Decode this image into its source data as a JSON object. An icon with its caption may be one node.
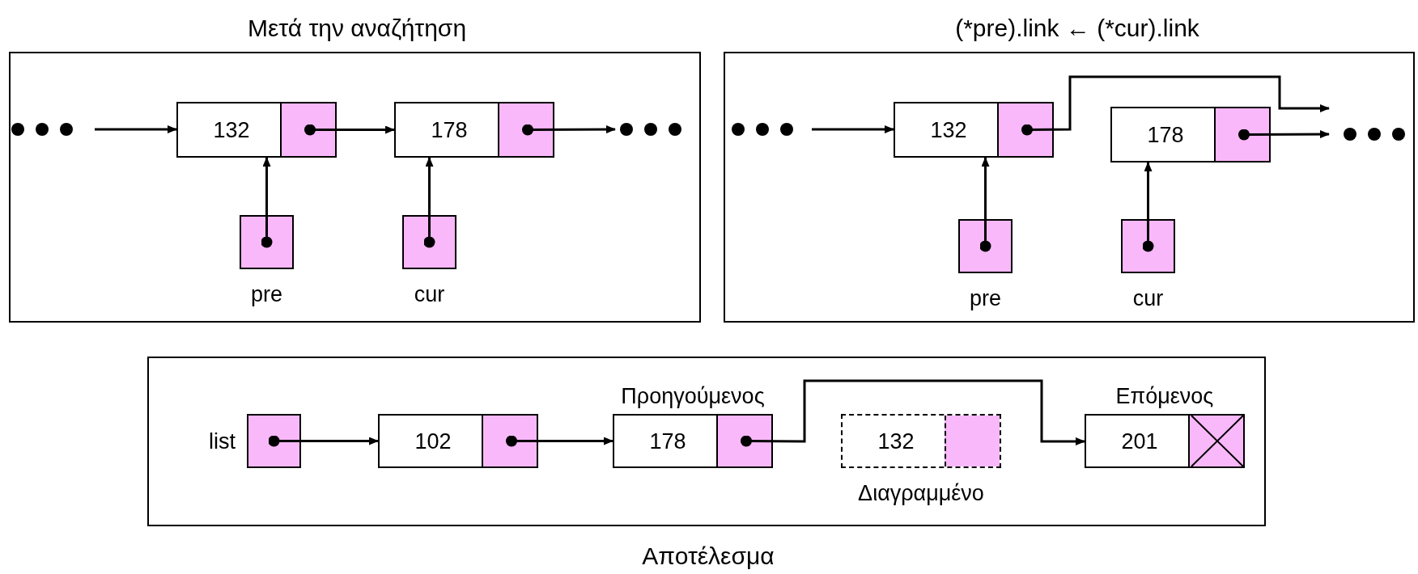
{
  "diagram": {
    "nodes": [
      {
        "text": [
          "Μετά την αναζήτηση"
        ]
      },
      {
        "text": [
          "132"
        ],
        "in": 0
      },
      {
        "text": [
          "178"
        ],
        "in": 0
      },
      {
        "text": [],
        "shape": "box",
        "beside": [
          "pre"
        ],
        "in": 0
      },
      {
        "text": [],
        "shape": "box",
        "beside": [
          "cur"
        ],
        "in": 0
      },
      {
        "text": [
          "(*pre).link ← (*cur).link"
        ]
      },
      {
        "text": [
          "132"
        ],
        "in": 5
      },
      {
        "text": [
          "178"
        ],
        "in": 5
      },
      {
        "text": [],
        "shape": "box",
        "beside": [
          "pre"
        ],
        "in": 5
      },
      {
        "text": [],
        "shape": "box",
        "beside": [
          "cur"
        ],
        "in": 5
      },
      {
        "text": [
          "Αποτέλεσμα"
        ]
      },
      {
        "text": [],
        "shape": "box",
        "beside": [
          "list"
        ],
        "in": 10
      },
      {
        "text": [
          "102"
        ],
        "in": 10
      },
      {
        "text": [
          "178"
        ],
        "beside": [
          "Προηγούμενος"
        ],
        "in": 10
      },
      {
        "text": [
          "132"
        ],
        "beside": [
          "Διαγραμμένο"
        ],
        "in": 10
      },
      {
        "text": [
          "201"
        ],
        "beside": [
          "Επόμενος"
        ],
        "in": 10
      }
    ],
    "edges": [
      {
        "from": null,
        "to": 1,
        "arrow": "to"
      },
      {
        "from": 1,
        "to": 2,
        "arrow": "to"
      },
      {
        "from": 2,
        "to": null,
        "arrow": "to"
      },
      {
        "from": 3,
        "to": 1,
        "arrow": "to"
      },
      {
        "from": 4,
        "to": 2,
        "arrow": "to"
      },
      {
        "from": null,
        "to": 6,
        "arrow": "to"
      },
      {
        "from": 6,
        "to": null,
        "arrow": "to"
      },
      {
        "from": 7,
        "to": null,
        "arrow": "to"
      },
      {
        "from": 8,
        "to": 6,
        "arrow": "to"
      },
      {
        "from": 9,
        "to": 7,
        "arrow": "to"
      },
      {
        "from": 11,
        "to": 12,
        "arrow": "to"
      },
      {
        "from": 12,
        "to": 13,
        "arrow": "to"
      },
      {
        "from": 13,
        "to": 15,
        "arrow": "to"
      }
    ]
  }
}
